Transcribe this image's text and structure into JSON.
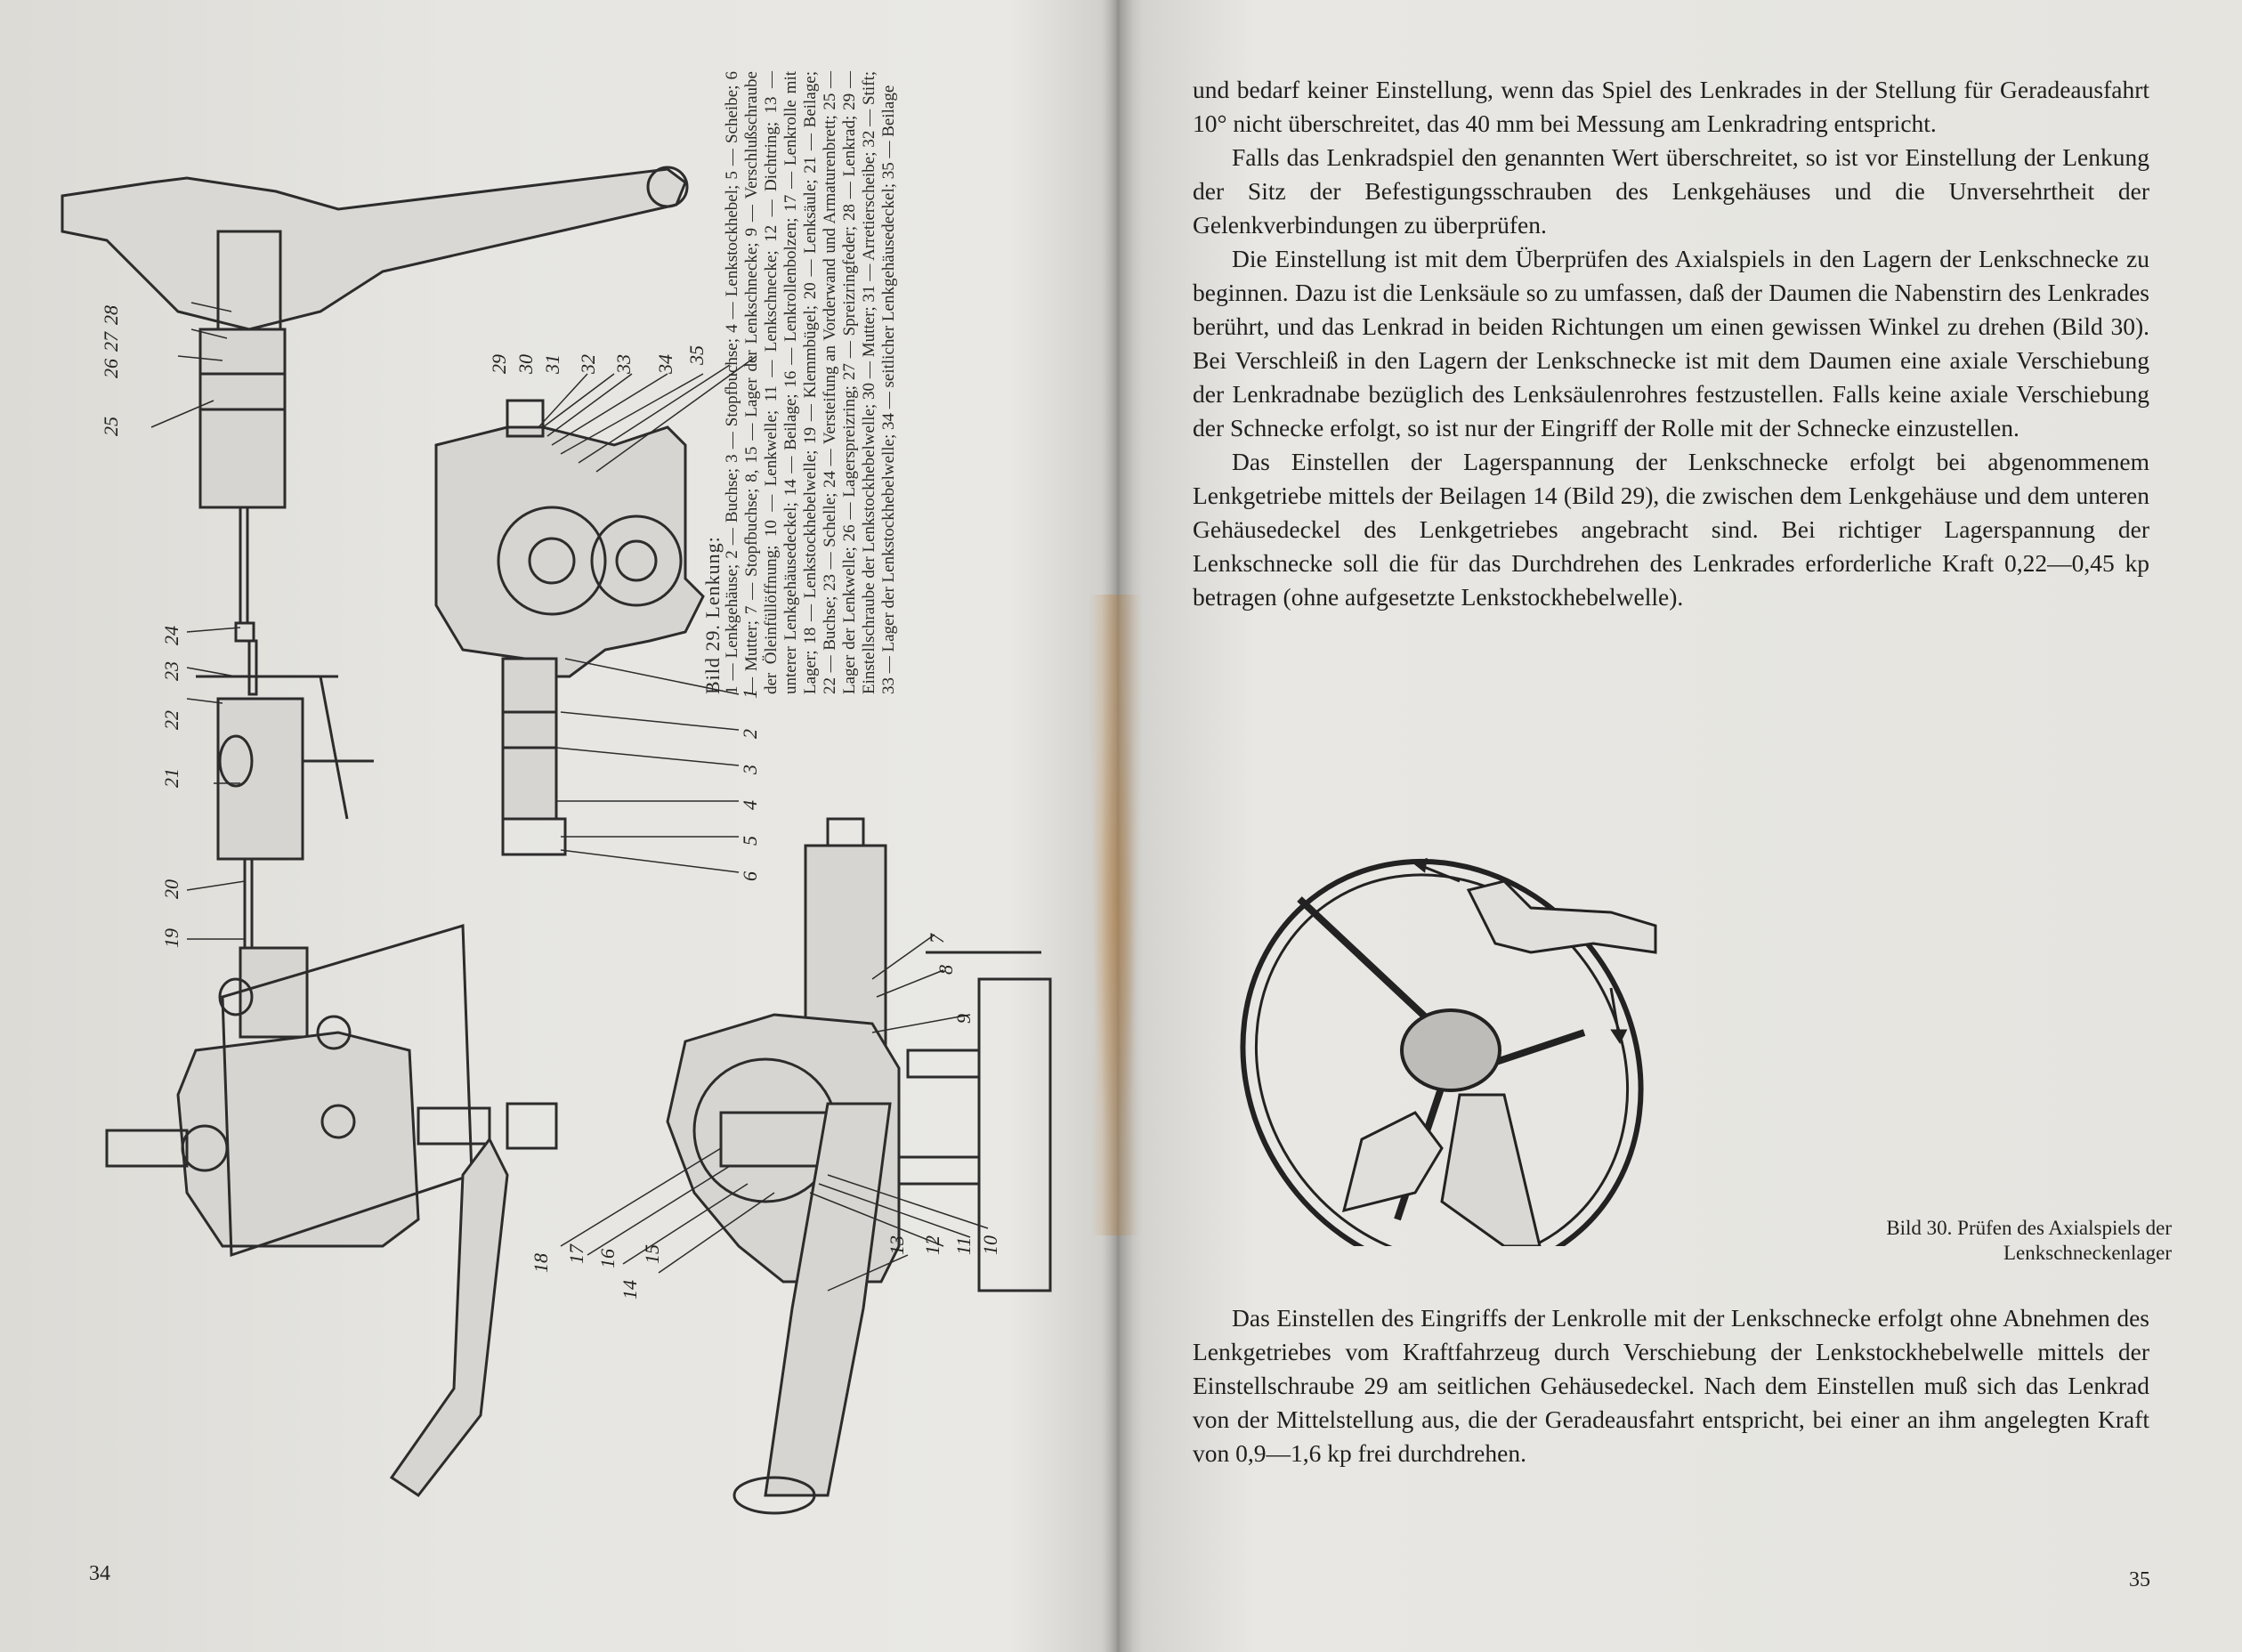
{
  "left_page": {
    "page_number": "34",
    "figure_caption": {
      "title": "Bild 29. Lenkung:",
      "legend": "1 — Lenkgehäuse; 2 — Buchse; 3 — Stopfbuchse; 4 — Lenkstockhebel; 5 — Scheibe; 6 — Mutter; 7 — Stopfbuchse; 8, 15 — Lager der Lenkschnecke; 9 — Verschlußschraube der Öleinfüllöffnung; 10 — Lenkwelle; 11 — Lenkschnecke; 12 — Dichtring; 13 — unterer Lenkgehäusedeckel; 14 — Beilage; 16 — Lenkrollenbolzen; 17 — Lenkrolle mit Lager; 18 — Lenkstockhebelwelle; 19 — Klemmbügel; 20 — Lenksäule; 21 — Beilage; 22 — Buchse; 23 — Schelle; 24 — Versteifung an Vorderwand und Armaturenbrett; 25 — Lager der Lenkwelle; 26 — Lagerspreizring; 27 — Spreizringfeder; 28 — Lenkrad; 29 — Einstellschraube der Lenkstockhebelwelle; 30 — Mutter; 31 — Arretierscheibe; 32 — Stift; 33 — Lager der Lenkstockhebelwelle; 34 — seitlicher Lenkgehäusedeckel; 35 — Beilage"
    },
    "labels": {
      "n1": "1",
      "n2": "2",
      "n3": "3",
      "n4": "4",
      "n5": "5",
      "n6": "6",
      "n7": "7",
      "n8": "8",
      "n9": "9",
      "n10": "10",
      "n11": "11",
      "n12": "12",
      "n13": "13",
      "n14": "14",
      "n15": "15",
      "n16": "16",
      "n17": "17",
      "n18": "18",
      "n19": "19",
      "n20": "20",
      "n21": "21",
      "n22": "22",
      "n23": "23",
      "n24": "24",
      "n25": "25",
      "n26": "26",
      "n27": "27",
      "n28": "28",
      "n29": "29",
      "n30": "30",
      "n31": "31",
      "n32": "32",
      "n33": "33",
      "n34": "34",
      "n35": "35"
    }
  },
  "right_page": {
    "page_number": "35",
    "paragraphs": [
      "und bedarf keiner Einstellung, wenn das Spiel des Lenkrades in der Stellung für Geradeausfahrt 10° nicht überschreitet, das 40 mm bei Messung am Lenkradring entspricht.",
      "Falls das Lenkradspiel den genannten Wert überschreitet, so ist vor Einstellung der Lenkung der Sitz der Befestigungsschrauben des Lenkgehäuses und die Unversehrtheit der Gelenkverbindungen zu überprüfen.",
      "Die Einstellung ist mit dem Überprüfen des Axialspiels in den Lagern der Lenkschnecke zu beginnen. Dazu ist die Lenksäule so zu umfassen, daß der Daumen die Nabenstirn des Lenkrades berührt, und das Lenkrad in beiden Richtungen um einen gewissen Winkel zu drehen (Bild 30). Bei Verschleiß in den Lagern der Lenkschnecke ist mit dem Daumen eine axiale Verschiebung der Lenkradnabe bezüglich des Lenksäulenrohres festzustellen. Falls keine axiale Verschiebung der Schnecke erfolgt, so ist nur der Eingriff der Rolle mit der Schnecke einzustellen.",
      "Das Einstellen der Lagerspannung der Lenkschnecke erfolgt bei abgenommenem Lenkgetriebe mittels der Beilagen 14 (Bild 29), die zwischen dem Lenkgehäuse und dem unteren Gehäusedeckel des Lenkgetriebes angebracht sind. Bei richtiger Lagerspannung der Lenkschnecke soll die für das Durchdrehen des Lenkrades erforderliche Kraft 0,22—0,45 kp betragen (ohne aufgesetzte Lenkstockhebelwelle)."
    ],
    "figure_caption_line1": "Bild 30. Prüfen des Axialspiels der",
    "figure_caption_line2": "Lenkschneckenlager",
    "paragraph_after": "Das Einstellen des Eingriffs der Lenkrolle mit der Lenkschnecke erfolgt ohne Abnehmen des Lenkgetriebes vom Kraftfahrzeug durch Verschiebung der Lenkstockhebelwelle mittels der Einstellschraube 29 am seitlichen Gehäusedeckel. Nach dem Einstellen muß sich das Lenkrad von der Mittelstellung aus, die der Geradeausfahrt entspricht, bei einer an ihm angelegten Kraft von 0,9—1,6 kp frei durchdrehen."
  }
}
